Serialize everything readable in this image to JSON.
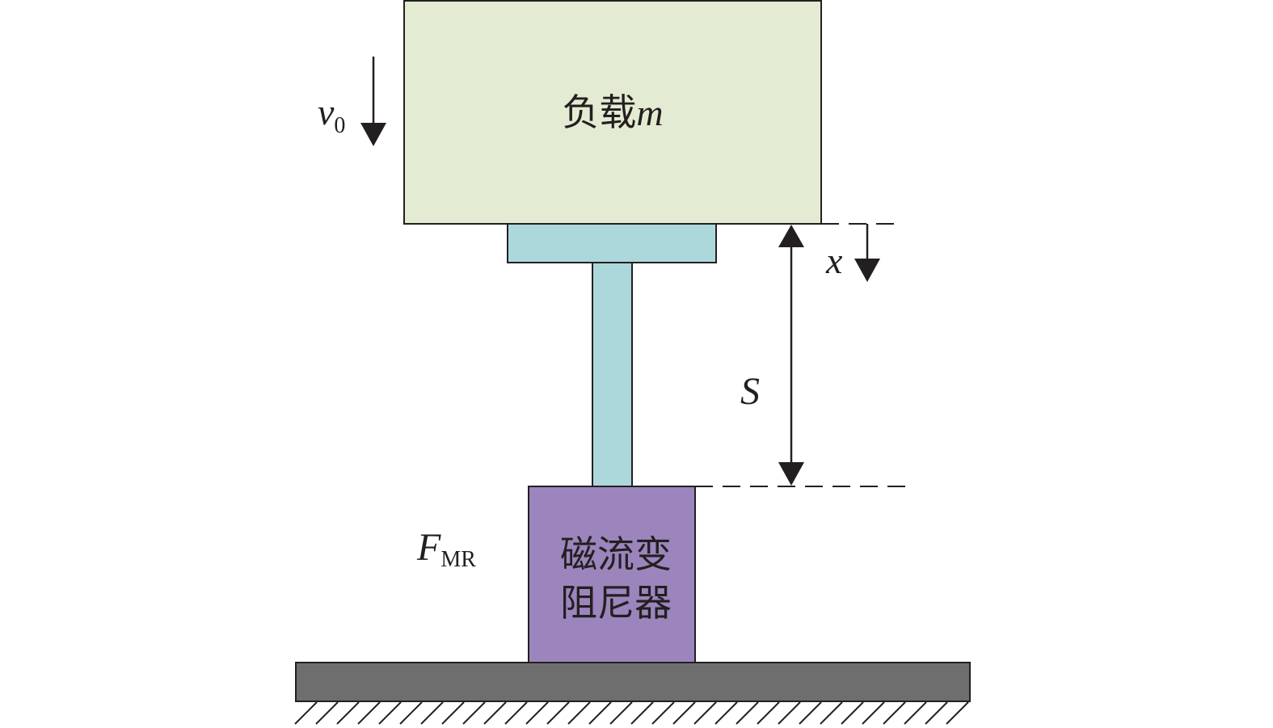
{
  "load": {
    "label_prefix": "负载",
    "label_var": "m",
    "color": "#e3ecd2"
  },
  "velocity": {
    "symbol": "v",
    "subscript": "0"
  },
  "displacement": {
    "symbol": "x"
  },
  "stroke": {
    "symbol": "S"
  },
  "force": {
    "symbol": "F",
    "subscript": "MR"
  },
  "damper": {
    "line1": "磁流变",
    "line2": "阻尼器",
    "color": "#9c85bd"
  },
  "rod": {
    "color": "#acd8dc"
  },
  "base": {
    "color": "#6f6e6f"
  }
}
